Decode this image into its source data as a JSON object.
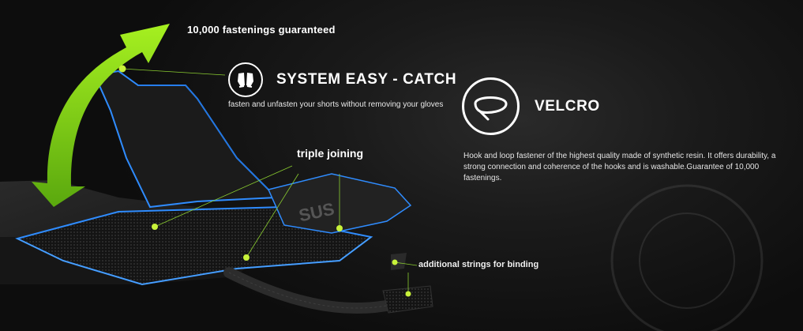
{
  "colors": {
    "accent_green": "#7ed320",
    "outline_blue": "#2f8cff",
    "text_white": "#ffffff"
  },
  "callouts": {
    "fastenings": {
      "label": "10,000 fastenings guaranteed"
    },
    "easy_catch": {
      "title": "SYSTEM EASY - CATCH",
      "subtitle": "fasten and unfasten your shorts without removing your gloves",
      "icon": "gloves-icon"
    },
    "velcro": {
      "title": "VELCRO",
      "description": "Hook and loop fastener of the highest quality made of synthetic resin. It offers durability, a strong connection and coherence of the hooks and is washable.Guarantee of 10,000 fastenings.",
      "icon": "velcro-loop-icon"
    },
    "triple_joining": {
      "label": "triple joining"
    },
    "strings": {
      "label": "additional strings for binding"
    }
  }
}
